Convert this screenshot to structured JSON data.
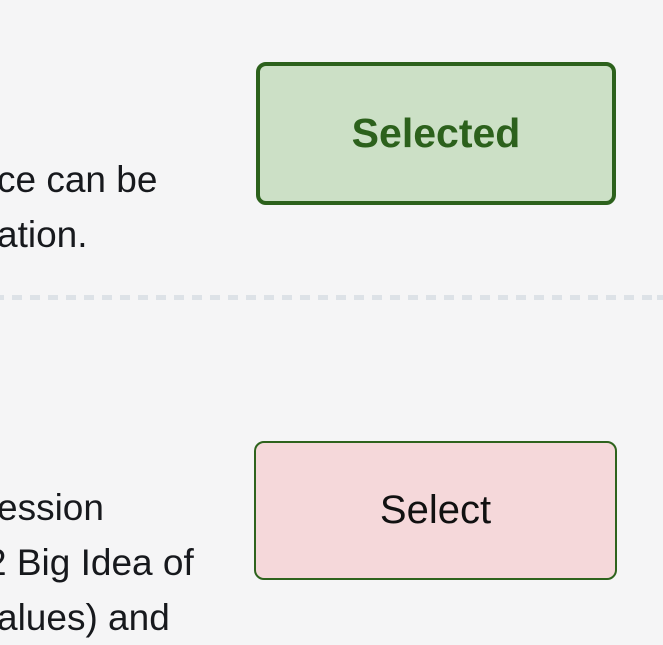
{
  "page": {
    "background_color": "#f5f5f6",
    "text_color": "#17191d"
  },
  "rows": [
    {
      "description_lines": [
        "ce can be",
        "ation."
      ],
      "button": {
        "label": "Selected",
        "state": "selected",
        "background_color": "#cce0c6",
        "border_color": "#2c611c",
        "label_color": "#2c611c"
      }
    },
    {
      "description_lines": [
        "ession",
        "2 Big Idea of",
        "alues) and"
      ],
      "button": {
        "label": "Select",
        "state": "unselected",
        "background_color": "#f5d8da",
        "border_color": "#2e631d",
        "label_color": "#111111"
      }
    }
  ],
  "divider": {
    "style": "dashed",
    "color": "#dde2e7"
  }
}
